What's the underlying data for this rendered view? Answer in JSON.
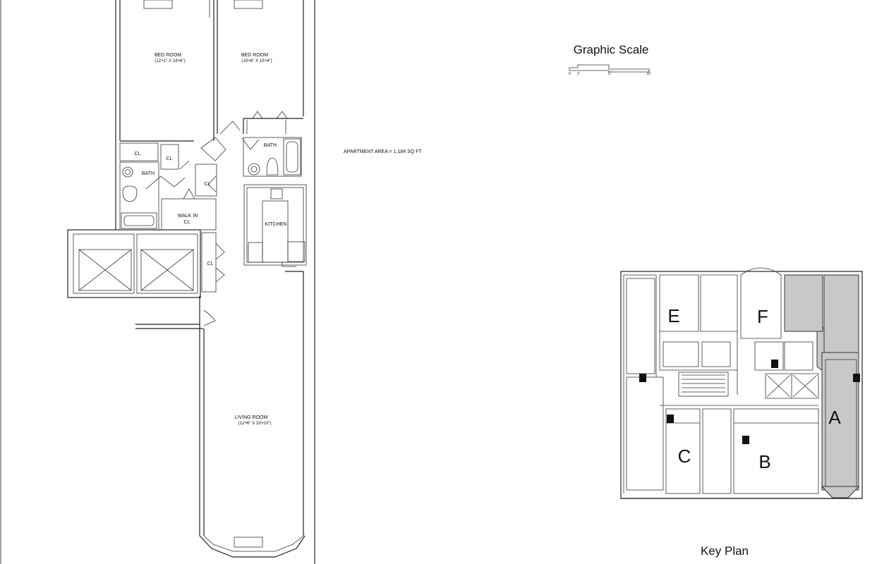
{
  "floor_plan": {
    "rooms": {
      "bedroom_left": {
        "name": "BED ROOM",
        "dims": "(12'•1\" X 18'•6\")"
      },
      "bedroom_right": {
        "name": "BED ROOM",
        "dims": "(10'•6\" X 15'•4\")"
      },
      "bath_upper": "BATH",
      "bath_lower": "BATH",
      "closet_a": "CL",
      "closet_b": "CL",
      "closet_c": "CL",
      "closet_d": "CL",
      "walkin_line1": "WALK IN",
      "walkin_line2": "CL",
      "kitchen": "KITCHEN",
      "living_room": {
        "name": "LIVING ROOM",
        "dims": "(12'•6\" X 33'•10\")"
      }
    },
    "apartment_area": "APARTMENT AREA = 1,184 SQ FT"
  },
  "graphic_scale": {
    "title": "Graphic Scale",
    "ticks": [
      "0",
      "1'",
      "5'",
      "10'"
    ]
  },
  "key_plan": {
    "title": "Key Plan",
    "highlighted_unit": "A",
    "units": [
      "E",
      "F",
      "A",
      "C",
      "B"
    ],
    "highlight_color": "#c8c8c8"
  }
}
